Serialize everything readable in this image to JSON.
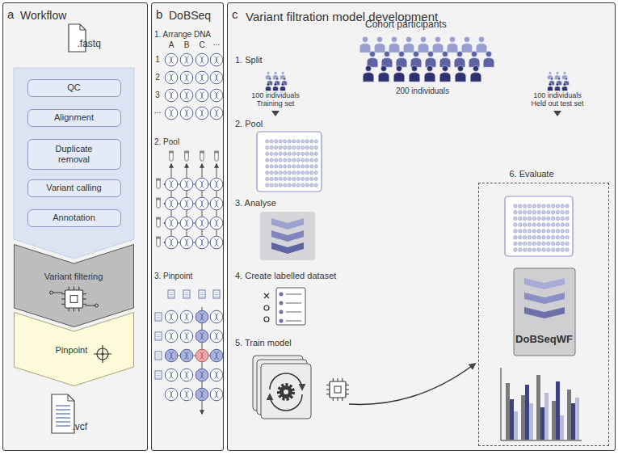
{
  "diagram": {
    "nodes": [
      {
        "text": [
          "a",
          "Workflow"
        ]
      },
      {
        "text": [
          ".fastq"
        ],
        "in": 0
      },
      {
        "text": [
          "QC"
        ],
        "in": 0
      },
      {
        "text": [
          "Alignment"
        ],
        "in": 0
      },
      {
        "text": [
          "Duplicate removal"
        ],
        "in": 0
      },
      {
        "text": [
          "Variant calling"
        ],
        "in": 0
      },
      {
        "text": [
          "Annotation"
        ],
        "in": 0
      },
      {
        "text": [
          "Variant filtering"
        ],
        "in": 0
      },
      {
        "text": [
          "Pinpoint"
        ],
        "in": 0
      },
      {
        "text": [
          ".vcf"
        ],
        "in": 0
      },
      {
        "text": [
          "b",
          "DoBSeq"
        ]
      },
      {
        "text": [
          "c",
          "Variant filtration model development"
        ]
      },
      {
        "text": [
          "6. Evaluate",
          "DoBSeqWF"
        ],
        "in": 11
      }
    ],
    "labels": [
      "1. Arrange DNA",
      "A",
      "B",
      "C",
      "...",
      "1",
      "2",
      "3",
      "...",
      "2. Pool",
      "3. Pinpoint",
      "Cohort participants",
      "200 individuals",
      "1. Split",
      "100 individuals Training set",
      "100 individuals Held out test set",
      "2. Pool",
      "3. Analyse",
      "4. Create labelled dataset",
      "5. Train model"
    ]
  }
}
